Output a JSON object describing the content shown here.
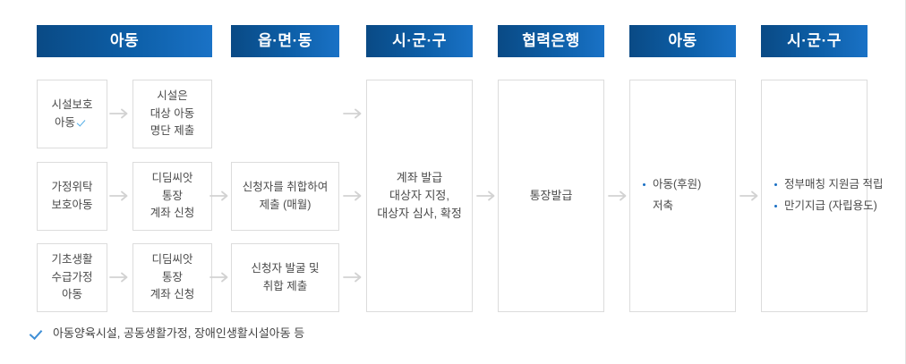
{
  "diagram": {
    "title_bars": [
      {
        "id": "child-1",
        "label": "아동"
      },
      {
        "id": "eup-myeon-dong",
        "label": "읍·면·동"
      },
      {
        "id": "si-gun-gu-1",
        "label": "시·군·구"
      },
      {
        "id": "partner-bank",
        "label": "협력은행"
      },
      {
        "id": "child-2",
        "label": "아동"
      },
      {
        "id": "si-gun-gu-2",
        "label": "시·군·구"
      }
    ],
    "column1": [
      {
        "line1": "시설보호",
        "line2": "아동",
        "has_check": true
      },
      {
        "line1": "가정위탁",
        "line2": "보호아동",
        "has_check": false
      },
      {
        "line1": "기초생활",
        "line2": "수급가정",
        "line3": "아동",
        "has_check": false
      }
    ],
    "column2": [
      {
        "line1": "시설은",
        "line2": "대상 아동",
        "line3": "명단 제출"
      },
      {
        "line1": "디딤씨앗",
        "line2": "통장",
        "line3": "계좌 신청"
      },
      {
        "line1": "디딤씨앗",
        "line2": "통장",
        "line3": "계좌 신청"
      }
    ],
    "column3": [
      {
        "line1": "신청자를 취합하여",
        "line2": "제출 (매월)"
      },
      {
        "line1": "신청자 발굴 및",
        "line2": "취합 제출"
      }
    ],
    "column4": {
      "line1": "계좌 발급",
      "line2": "대상자 지정,",
      "line3": "대상자 심사, 확정"
    },
    "column5": {
      "line1": "통장발급"
    },
    "column6": {
      "line1": "아동(후원)",
      "line2": "저축"
    },
    "column7": {
      "bullets": [
        "정부매칭 지원금 적립",
        "만기지급 (자립용도)"
      ]
    },
    "footnote": {
      "text": "아동양육시설, 공동생활가정, 장애인생활시설아동 등"
    },
    "colors": {
      "header_dark": "#0a4a85",
      "header_light": "#1a72c6",
      "box_border": "#dcdcdc",
      "arrow": "#d2d2d2",
      "bullet": "#1a6fc4",
      "check": "#53aee6",
      "text": "#4a4a4a"
    }
  }
}
